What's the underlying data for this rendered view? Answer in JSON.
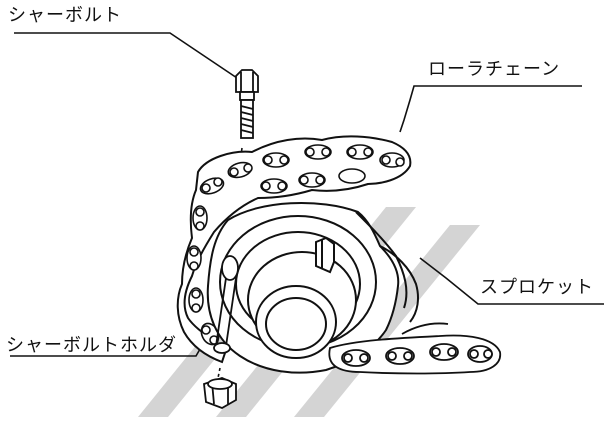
{
  "labels": {
    "shear_bolt": "シャーボルト",
    "roller_chain": "ローラチェーン",
    "sprocket": "スプロケット",
    "shear_bolt_holder": "シャーボルトホルダ"
  },
  "colors": {
    "line": "#111111",
    "background": "#ffffff",
    "watermark": "#d4d4d4"
  },
  "icons": {
    "bolt": "shear-bolt-icon",
    "nut": "hex-nut-icon"
  }
}
